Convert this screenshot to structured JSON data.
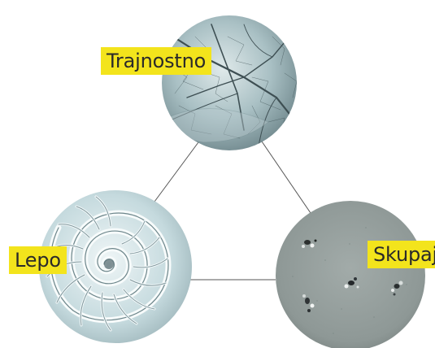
{
  "nodes": [
    {
      "id": "top",
      "label": "Trajnostno",
      "image": "leaf-skeleton-texture"
    },
    {
      "id": "left",
      "label": "Lepo",
      "image": "nautilus-shell-section"
    },
    {
      "id": "right",
      "label": "Skupaj",
      "image": "grey-surface-with-insects"
    }
  ],
  "colors": {
    "label_bg": "#f3e41c",
    "label_text": "#2a2a2a",
    "connector": "#555555",
    "leaf_tone": "#a9c0c4",
    "shell_tone": "#c5dade",
    "stone_tone": "#8e9896"
  }
}
